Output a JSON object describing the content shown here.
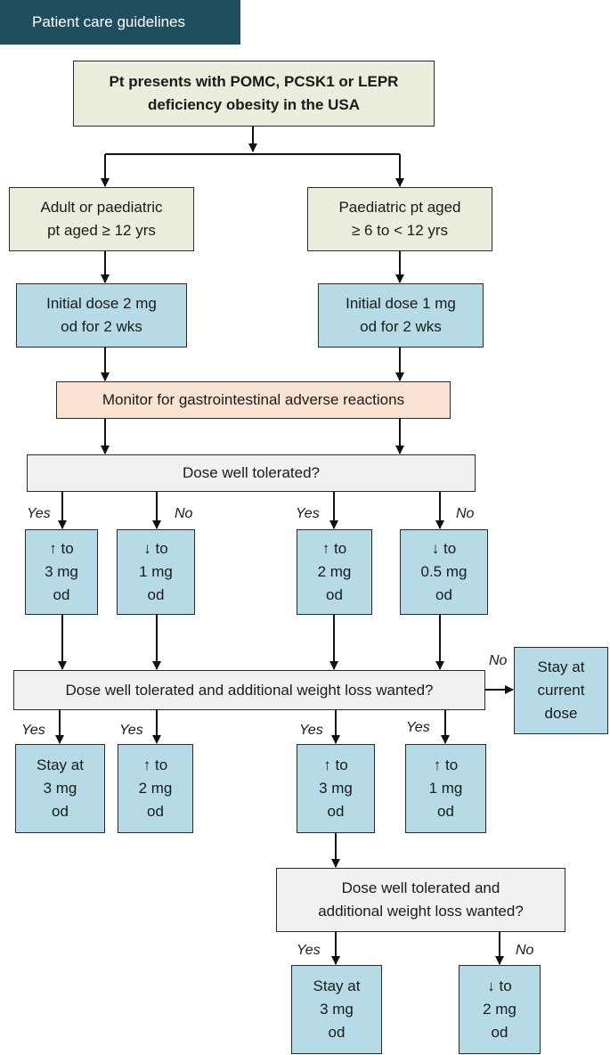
{
  "tag": "Patient care guidelines",
  "nodes": {
    "start": "Pt presents with POMC, PCSK1 or LEPR\ndeficiency obesity in the USA",
    "adult": "Adult or paediatric\npt aged ≥ 12 yrs",
    "paed": "Paediatric pt aged\n≥ 6 to < 12 yrs",
    "init_adult": "Initial dose 2 mg\nod for 2 wks",
    "init_paed": "Initial dose 1 mg\nod for 2 wks",
    "monitor": "Monitor for gastrointestinal adverse reactions",
    "tolerated": "Dose well tolerated?",
    "up3": "↑ to\n3 mg\nod",
    "down1": "↓ to\n1 mg\nod",
    "up2": "↑ to\n2 mg\nod",
    "down05": "↓ to\n0.5 mg\nod",
    "tol_wl": "Dose well tolerated and additional weight loss wanted?",
    "stay_current": "Stay at\ncurrent\ndose",
    "stay3": "Stay at\n3 mg\nod",
    "up2b": "↑ to\n2 mg\nod",
    "up3b": "↑ to\n3 mg\nod",
    "up1": "↑ to\n1 mg\nod",
    "tol_wl2": "Dose well tolerated and\nadditional weight loss wanted?",
    "stay3b": "Stay at\n3 mg\nod",
    "down2": "↓ to\n2 mg\nod"
  },
  "labels": {
    "yes": "Yes",
    "no": "No"
  }
}
